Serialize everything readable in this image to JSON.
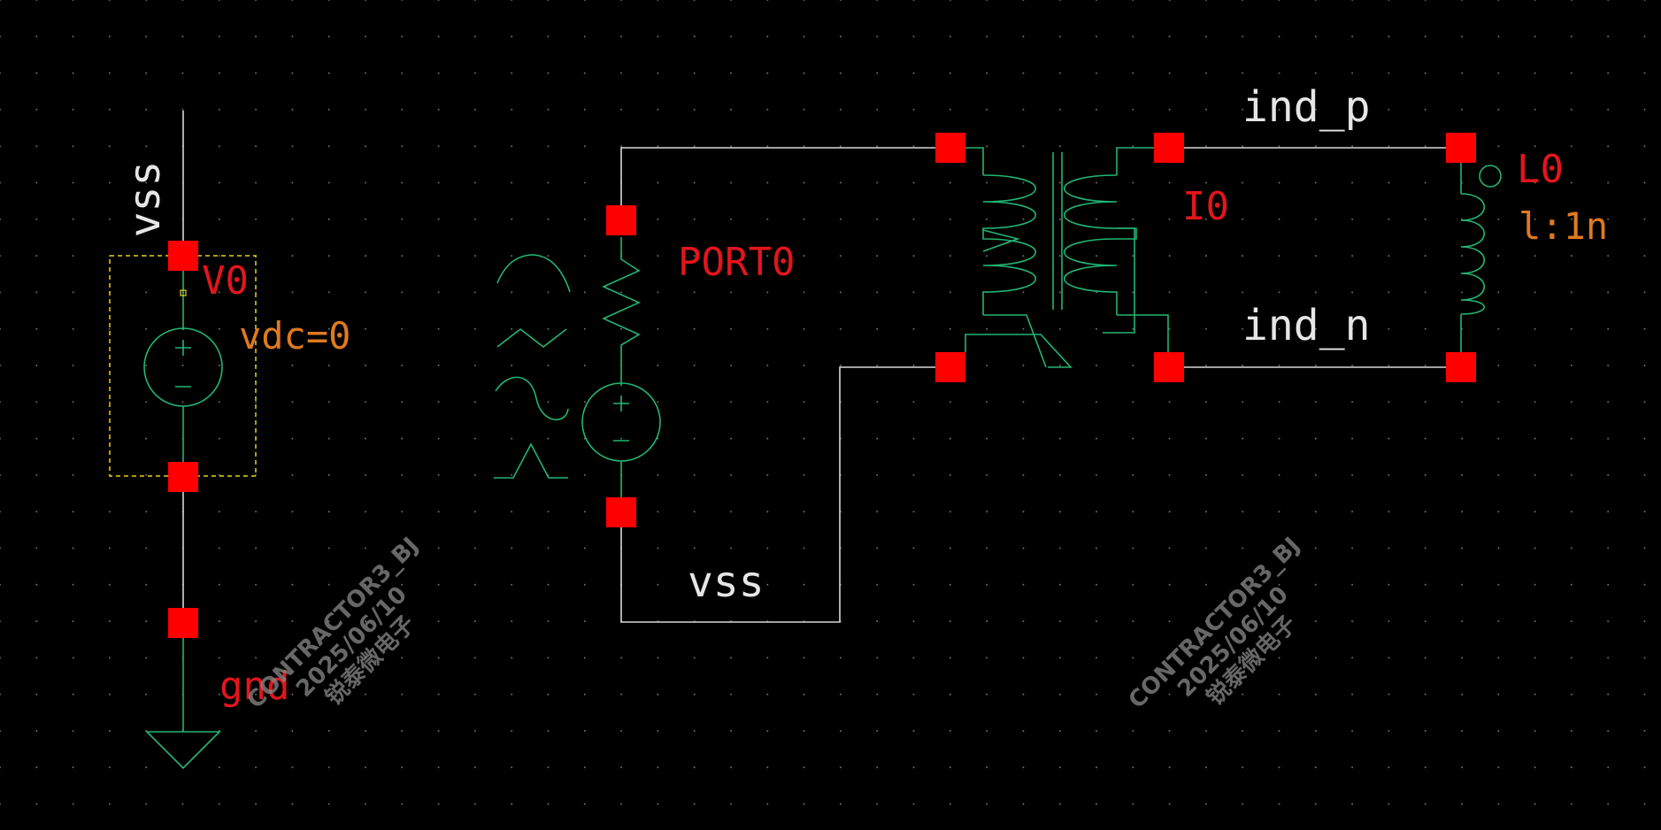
{
  "nets": {
    "vss_left": "vss",
    "ind_p": "ind_p",
    "ind_n": "ind_n",
    "vss_bottom": "vss",
    "gnd": "gnd"
  },
  "instances": {
    "vsource_name": "V0",
    "vsource_param": "vdc=0",
    "port_name": "PORT0",
    "transformer_name": "I0",
    "inductor_name": "L0",
    "inductor_param": "l:1n"
  },
  "watermark": {
    "line1": "CONTRACTOR3_BJ",
    "line2": "2025/06/10",
    "line3": "锐泰微电子"
  },
  "colors": {
    "background": "#000000",
    "wire": "#d8d8d8",
    "symbol": "#22b573",
    "pin": "#ff0000",
    "instance_label": "#e3151c",
    "parameter_label": "#e07a1f",
    "selection_box": "#e8d21a"
  }
}
